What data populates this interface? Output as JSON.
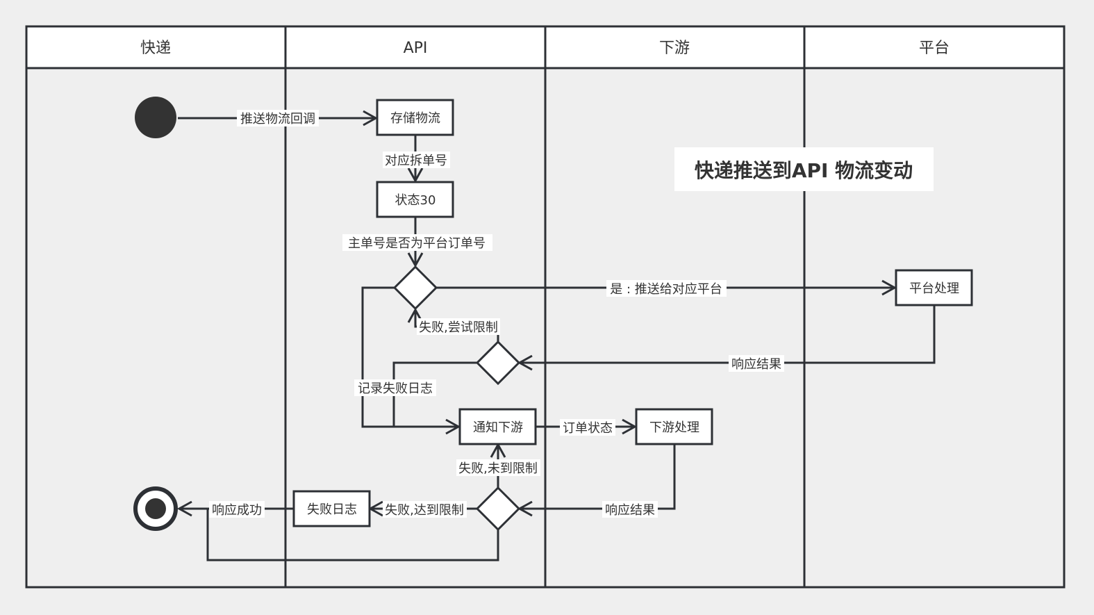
{
  "diagram": {
    "title": "快递推送到API 物流变动",
    "lanes": [
      {
        "id": "express",
        "label": "快递"
      },
      {
        "id": "api",
        "label": "API"
      },
      {
        "id": "downstream",
        "label": "下游"
      },
      {
        "id": "platform",
        "label": "平台"
      }
    ],
    "nodes": {
      "start": {
        "type": "initial"
      },
      "store": {
        "label": "存储物流",
        "lane": "api"
      },
      "status30": {
        "label": "状态30",
        "lane": "api"
      },
      "decision1": {
        "type": "decision",
        "lane": "api"
      },
      "platform_process": {
        "label": "平台处理",
        "lane": "platform"
      },
      "decision2": {
        "type": "decision",
        "lane": "api"
      },
      "notify": {
        "label": "通知下游",
        "lane": "api"
      },
      "downstream_process": {
        "label": "下游处理",
        "lane": "downstream"
      },
      "decision3": {
        "type": "decision",
        "lane": "api"
      },
      "fail_log": {
        "label": "失败日志",
        "lane": "api"
      },
      "end": {
        "type": "final"
      }
    },
    "edges": {
      "push_callback": "推送物流回调",
      "split_no": "对应拆单号",
      "is_platform_order": "主单号是否为平台订单号",
      "yes_push_platform": "是 : 推送给对应平台",
      "platform_response": "响应结果",
      "fail_retry": "失败,尝试限制",
      "record_fail_log": "记录失败日志",
      "order_status": "订单状态",
      "downstream_response": "响应结果",
      "fail_not_limit": "失败,未到限制",
      "fail_reach_limit": "失败,达到限制",
      "response_success": "响应成功"
    }
  },
  "colors": {
    "line": "#2d3035",
    "node_fill": "#ffffff",
    "background": "#efefef",
    "initial": "#333333"
  }
}
